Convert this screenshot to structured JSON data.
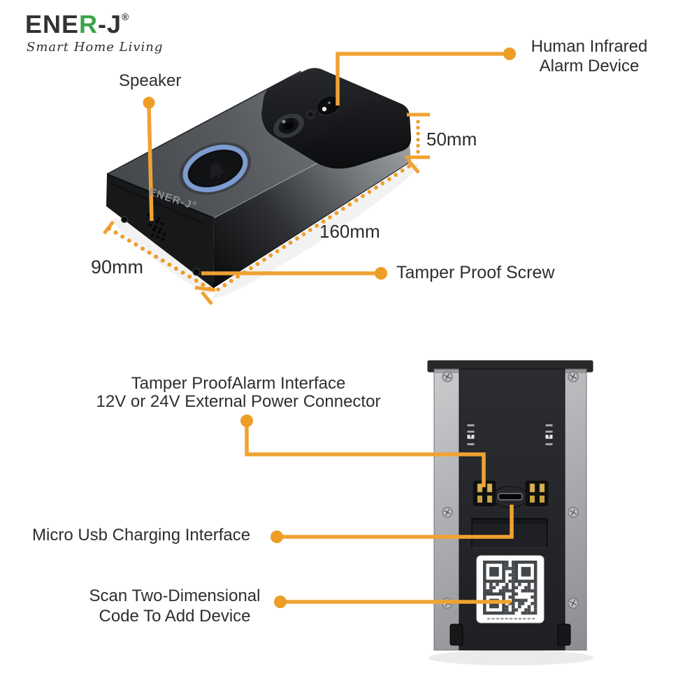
{
  "page": {
    "background": "#ffffff",
    "type": "product-annotation-diagram"
  },
  "brand": {
    "logo_ene": "ENE",
    "logo_r": "R",
    "logo_j": "-J",
    "registered": "®",
    "tagline": "Smart Home Living",
    "logo_text_color": "#303336",
    "logo_green_color": "#3aa34a"
  },
  "front_view": {
    "face_logo": "ENER-J",
    "speaker_label": "Speaker",
    "pir_label_line1": "Human Infrared",
    "pir_label_line2": "Alarm Device",
    "tamper_screw_label": "Tamper Proof Screw",
    "dim_height": "50mm",
    "dim_length": "160mm",
    "dim_width": "90mm"
  },
  "back_view": {
    "alarm_label_line1": "Tamper ProofAlarm Interface",
    "alarm_label_line2": "12V or 24V External Power Connector",
    "usb_label": "Micro Usb Charging Interface",
    "qr_label_line1": "Scan Two-Dimensional",
    "qr_label_line2": "Code To Add Device"
  },
  "colors": {
    "callout_orange": "#F0A232",
    "callout_dot_orange": "#EE9D27",
    "label_text": "#2e2e2e",
    "button_ring_blue": "#7d9cd1"
  }
}
